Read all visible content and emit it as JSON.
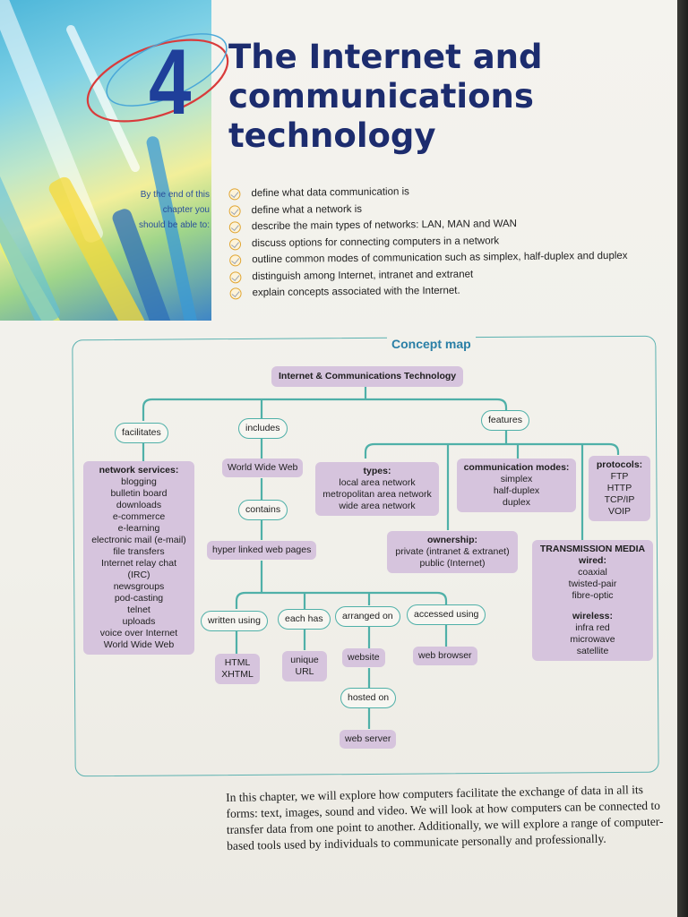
{
  "chapter": {
    "number": "4",
    "title": "The Internet and communications technology"
  },
  "aims_intro": "By the end of this chapter you should be able to:",
  "objectives": [
    "define what data communication is",
    "define what a network is",
    "describe the main types of networks: LAN, MAN and WAN",
    "discuss options for connecting computers in a network",
    "outline common modes of communication such as simplex, half-duplex and duplex",
    "distinguish among Internet, intranet and extranet",
    "explain concepts associated with the Internet."
  ],
  "concept_map": {
    "title": "Concept map",
    "root": "Internet & Communications Technology",
    "facilitates": "facilitates",
    "includes": "includes",
    "features": "features",
    "network_services": {
      "heading": "network services:",
      "items": [
        "blogging",
        "bulletin board",
        "downloads",
        "e-commerce",
        "e-learning",
        "electronic mail (e-mail)",
        "file transfers",
        "Internet relay chat (IRC)",
        "newsgroups",
        "pod-casting",
        "telnet",
        "uploads",
        "voice over Internet",
        "World Wide Web"
      ]
    },
    "world_wide_web": "World Wide Web",
    "contains": "contains",
    "hyper_linked": "hyper linked web pages",
    "written_using": "written using",
    "each_has": "each has",
    "arranged_on": "arranged on",
    "accessed_using": "accessed using",
    "html": "HTML",
    "xhtml": "XHTML",
    "unique": "unique",
    "url": "URL",
    "website": "website",
    "web_browser": "web browser",
    "hosted_on": "hosted on",
    "web_server": "web server",
    "types": {
      "heading": "types:",
      "items": [
        "local area network",
        "metropolitan area network",
        "wide area network"
      ]
    },
    "comm_modes": {
      "heading": "communication modes:",
      "items": [
        "simplex",
        "half-duplex",
        "duplex"
      ]
    },
    "protocols": {
      "heading": "protocols:",
      "items": [
        "FTP",
        "HTTP",
        "TCP/IP",
        "VOIP"
      ]
    },
    "ownership": {
      "heading": "ownership:",
      "items": [
        "private (intranet & extranet)",
        "public (Internet)"
      ]
    },
    "media": {
      "heading": "TRANSMISSION MEDIA",
      "wired_heading": "wired:",
      "wired": [
        "coaxial",
        "twisted-pair",
        "fibre-optic"
      ],
      "wireless_heading": "wireless:",
      "wireless": [
        "infra red",
        "microwave",
        "satellite"
      ]
    }
  },
  "intro_paragraph": "In this chapter, we will explore how computers facilitate the exchange of data in all its forms: text, images, sound and video. We will look at how computers can be connected to transfer data from one point to another. Additionally, we will explore a range of computer-based tools used by individuals to communicate personally and professionally.",
  "colors": {
    "title": "#1c2c6e",
    "chapter_number": "#1f3f9a",
    "box_fill": "#d6c4dd",
    "connector": "#4fb0a8",
    "map_title": "#2a7fa6"
  }
}
